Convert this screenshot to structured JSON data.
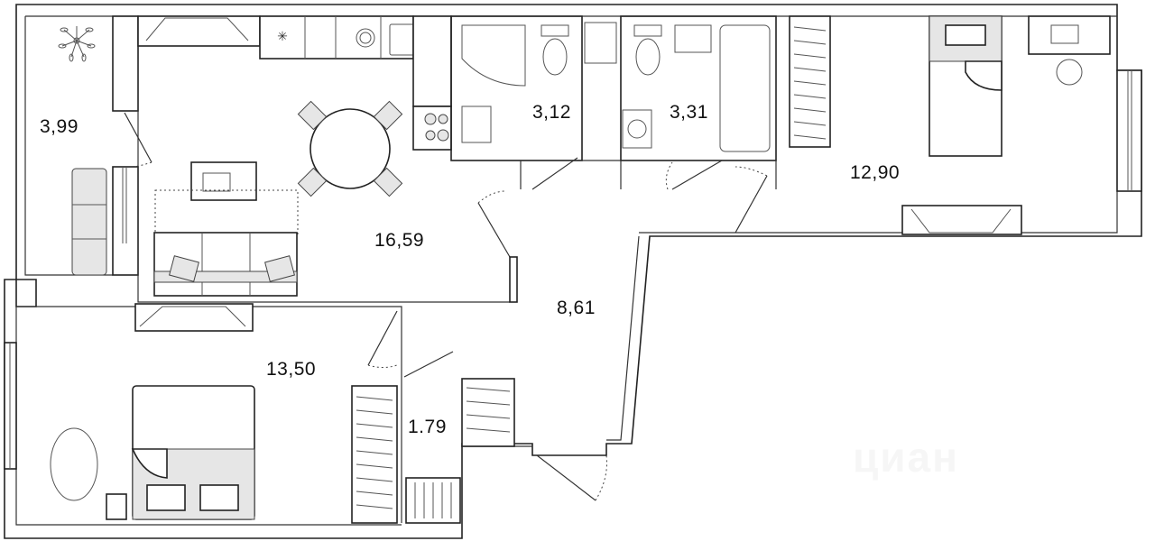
{
  "plan": {
    "rooms": [
      {
        "name": "balcony",
        "area": "3,99"
      },
      {
        "name": "kitchen-living",
        "area": "16,59"
      },
      {
        "name": "bathroom-1",
        "area": "3,12"
      },
      {
        "name": "bathroom-2",
        "area": "3,31"
      },
      {
        "name": "bedroom-1",
        "area": "12,90"
      },
      {
        "name": "hallway",
        "area": "8,61"
      },
      {
        "name": "bedroom-2",
        "area": "13,50"
      },
      {
        "name": "wardrobe",
        "area": "1.79"
      }
    ],
    "watermark": "циан"
  }
}
